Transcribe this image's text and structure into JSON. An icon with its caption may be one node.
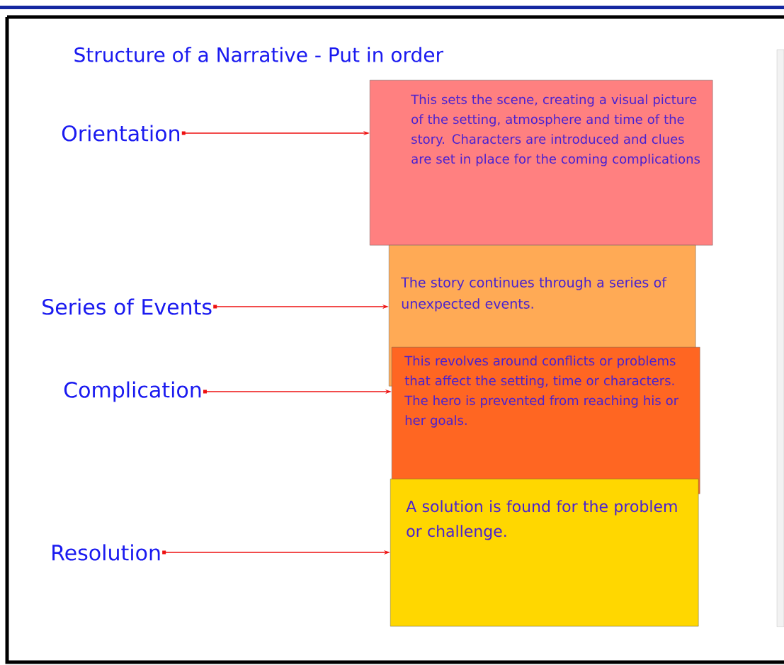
{
  "diagram": {
    "title": "Structure of a Narrative - Put in order",
    "nodes": [
      {
        "text": [
          "Orientation"
        ]
      },
      {
        "text": [
          "This sets the scene, creating a visual picture of the setting, atmosphere and time of the story. Characters are introduced and clues are set in place for the coming complications"
        ]
      },
      {
        "text": [
          "Series of Events"
        ]
      },
      {
        "text": [
          "The story continues through a series of unexpected events."
        ]
      },
      {
        "text": [
          "Complication"
        ]
      },
      {
        "text": [
          "This revolves around conflicts or problems that affect the setting, time or characters. The hero is prevented from reaching his or her goals."
        ]
      },
      {
        "text": [
          "Resolution"
        ]
      },
      {
        "text": [
          "A solution is found for the problem or challenge."
        ]
      }
    ],
    "edges": [
      {
        "from": 0,
        "to": 1,
        "arrow": "to"
      },
      {
        "from": 2,
        "to": 3,
        "arrow": "to"
      },
      {
        "from": 4,
        "to": 5,
        "arrow": "to"
      },
      {
        "from": 6,
        "to": 7,
        "arrow": "to"
      }
    ]
  }
}
